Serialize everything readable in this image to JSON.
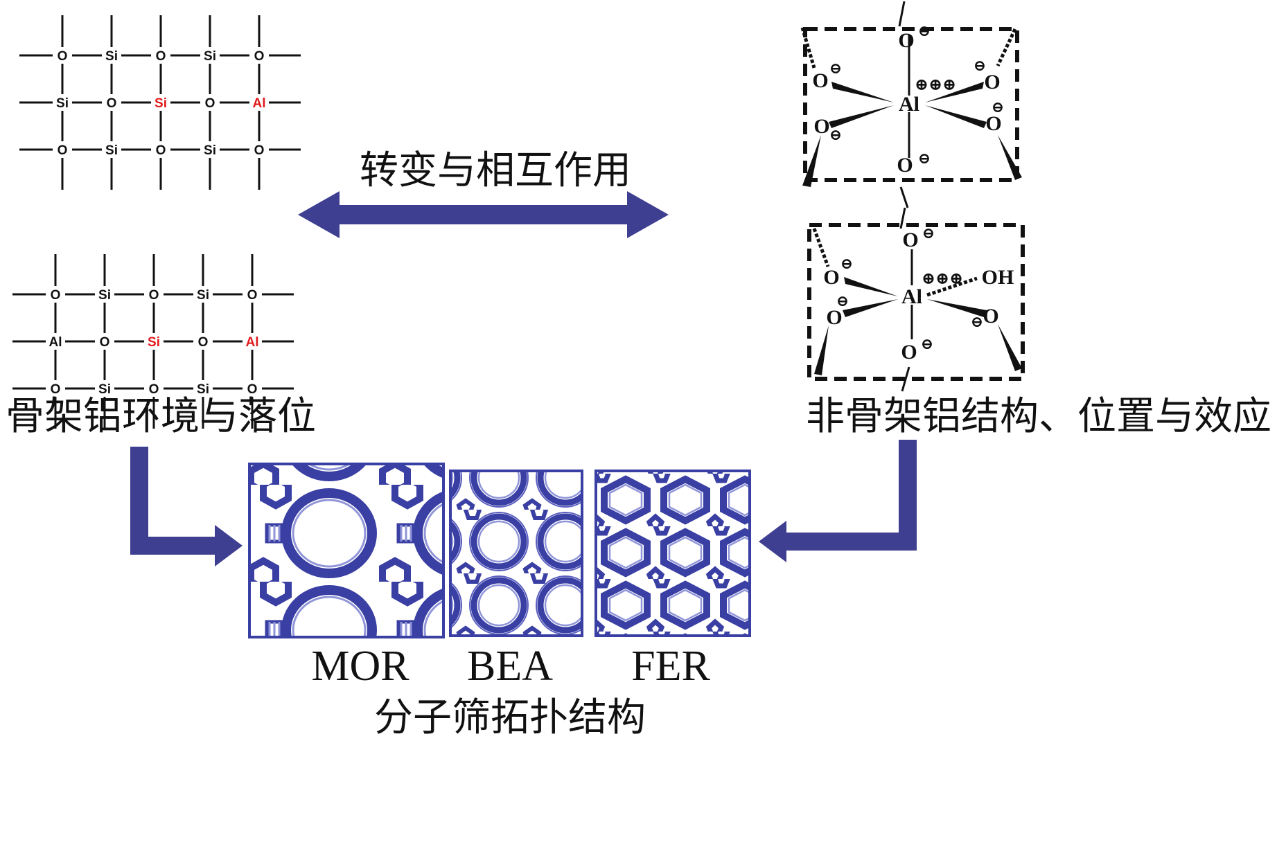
{
  "colors": {
    "arrow": "#3f3f92",
    "zeolite": "#3a3fa3",
    "zeolite_light": "#8f95d8",
    "framework_red": "#e0191b",
    "ink": "#111111"
  },
  "labels": {
    "interaction": "转变与相互作用",
    "framework_al": "骨架铝环境与落位",
    "extra_framework_al": "非骨架铝结构、位置与效应",
    "topology": "分子筛拓扑结构"
  },
  "lattice_top": {
    "rows": [
      [
        "O",
        "Si",
        "O",
        "Si",
        "O"
      ],
      [
        "Si",
        "O",
        "Si",
        "O",
        "Al"
      ],
      [
        "O",
        "Si",
        "O",
        "Si",
        "O"
      ]
    ],
    "red": [
      [
        1,
        2
      ],
      [
        1,
        4
      ]
    ]
  },
  "lattice_bottom": {
    "rows": [
      [
        "O",
        "Si",
        "O",
        "Si",
        "O"
      ],
      [
        "Al",
        "O",
        "Si",
        "O",
        "Al"
      ],
      [
        "O",
        "Si",
        "O",
        "Si",
        "O"
      ]
    ],
    "red": [
      [
        1,
        2
      ],
      [
        1,
        4
      ]
    ]
  },
  "efal_top": {
    "center": "Al",
    "charge_center": "⊕⊕⊕",
    "ligand": "O",
    "anion": "⊖"
  },
  "efal_bottom": {
    "center": "Al",
    "charge_center": "⊕⊕⊕",
    "ligand": "O",
    "hydroxyl": "OH",
    "anion": "⊖"
  },
  "zeolites": [
    "MOR",
    "BEA",
    "FER"
  ]
}
